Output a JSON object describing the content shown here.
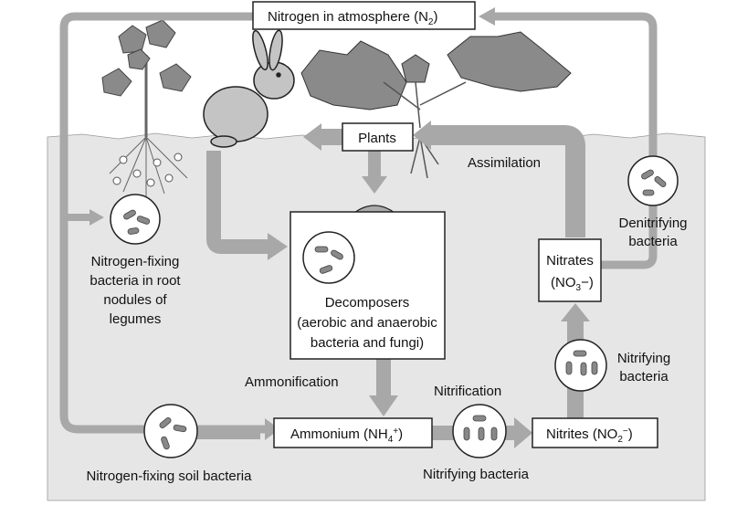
{
  "labels": {
    "atmosphere": "Nitrogen in atmosphere (N",
    "atmosphere_sub": "2",
    "atmosphere_end": ")",
    "plants": "Plants",
    "assimilation": "Assimilation",
    "denitrifying": [
      "Denitrifying",
      "bacteria"
    ],
    "nitrates": [
      "Nitrates",
      "(NO",
      "3",
      "−)"
    ],
    "nodules": [
      "Nitrogen-fixing",
      "bacteria in root",
      "nodules of",
      "legumes"
    ],
    "decomposers": [
      "Decomposers",
      "(aerobic and anaerobic",
      "bacteria and fungi)"
    ],
    "nitrifying_upper": [
      "Nitrifying",
      "bacteria"
    ],
    "ammonification": "Ammonification",
    "nitrification": "Nitrification",
    "ammonium": [
      "Ammonium (NH",
      "4",
      "+",
      ")"
    ],
    "nitrites": [
      "Nitrites (NO",
      "2",
      "−",
      ")"
    ],
    "soil_bacteria": "Nitrogen-fixing soil bacteria",
    "nitrifying_lower": "Nitrifying bacteria"
  },
  "colors": {
    "soil": "#e6e6e6",
    "arrow": "#a8a8a8",
    "leaf": "#8a8a8a",
    "rabbit": "#c4c4c4"
  }
}
